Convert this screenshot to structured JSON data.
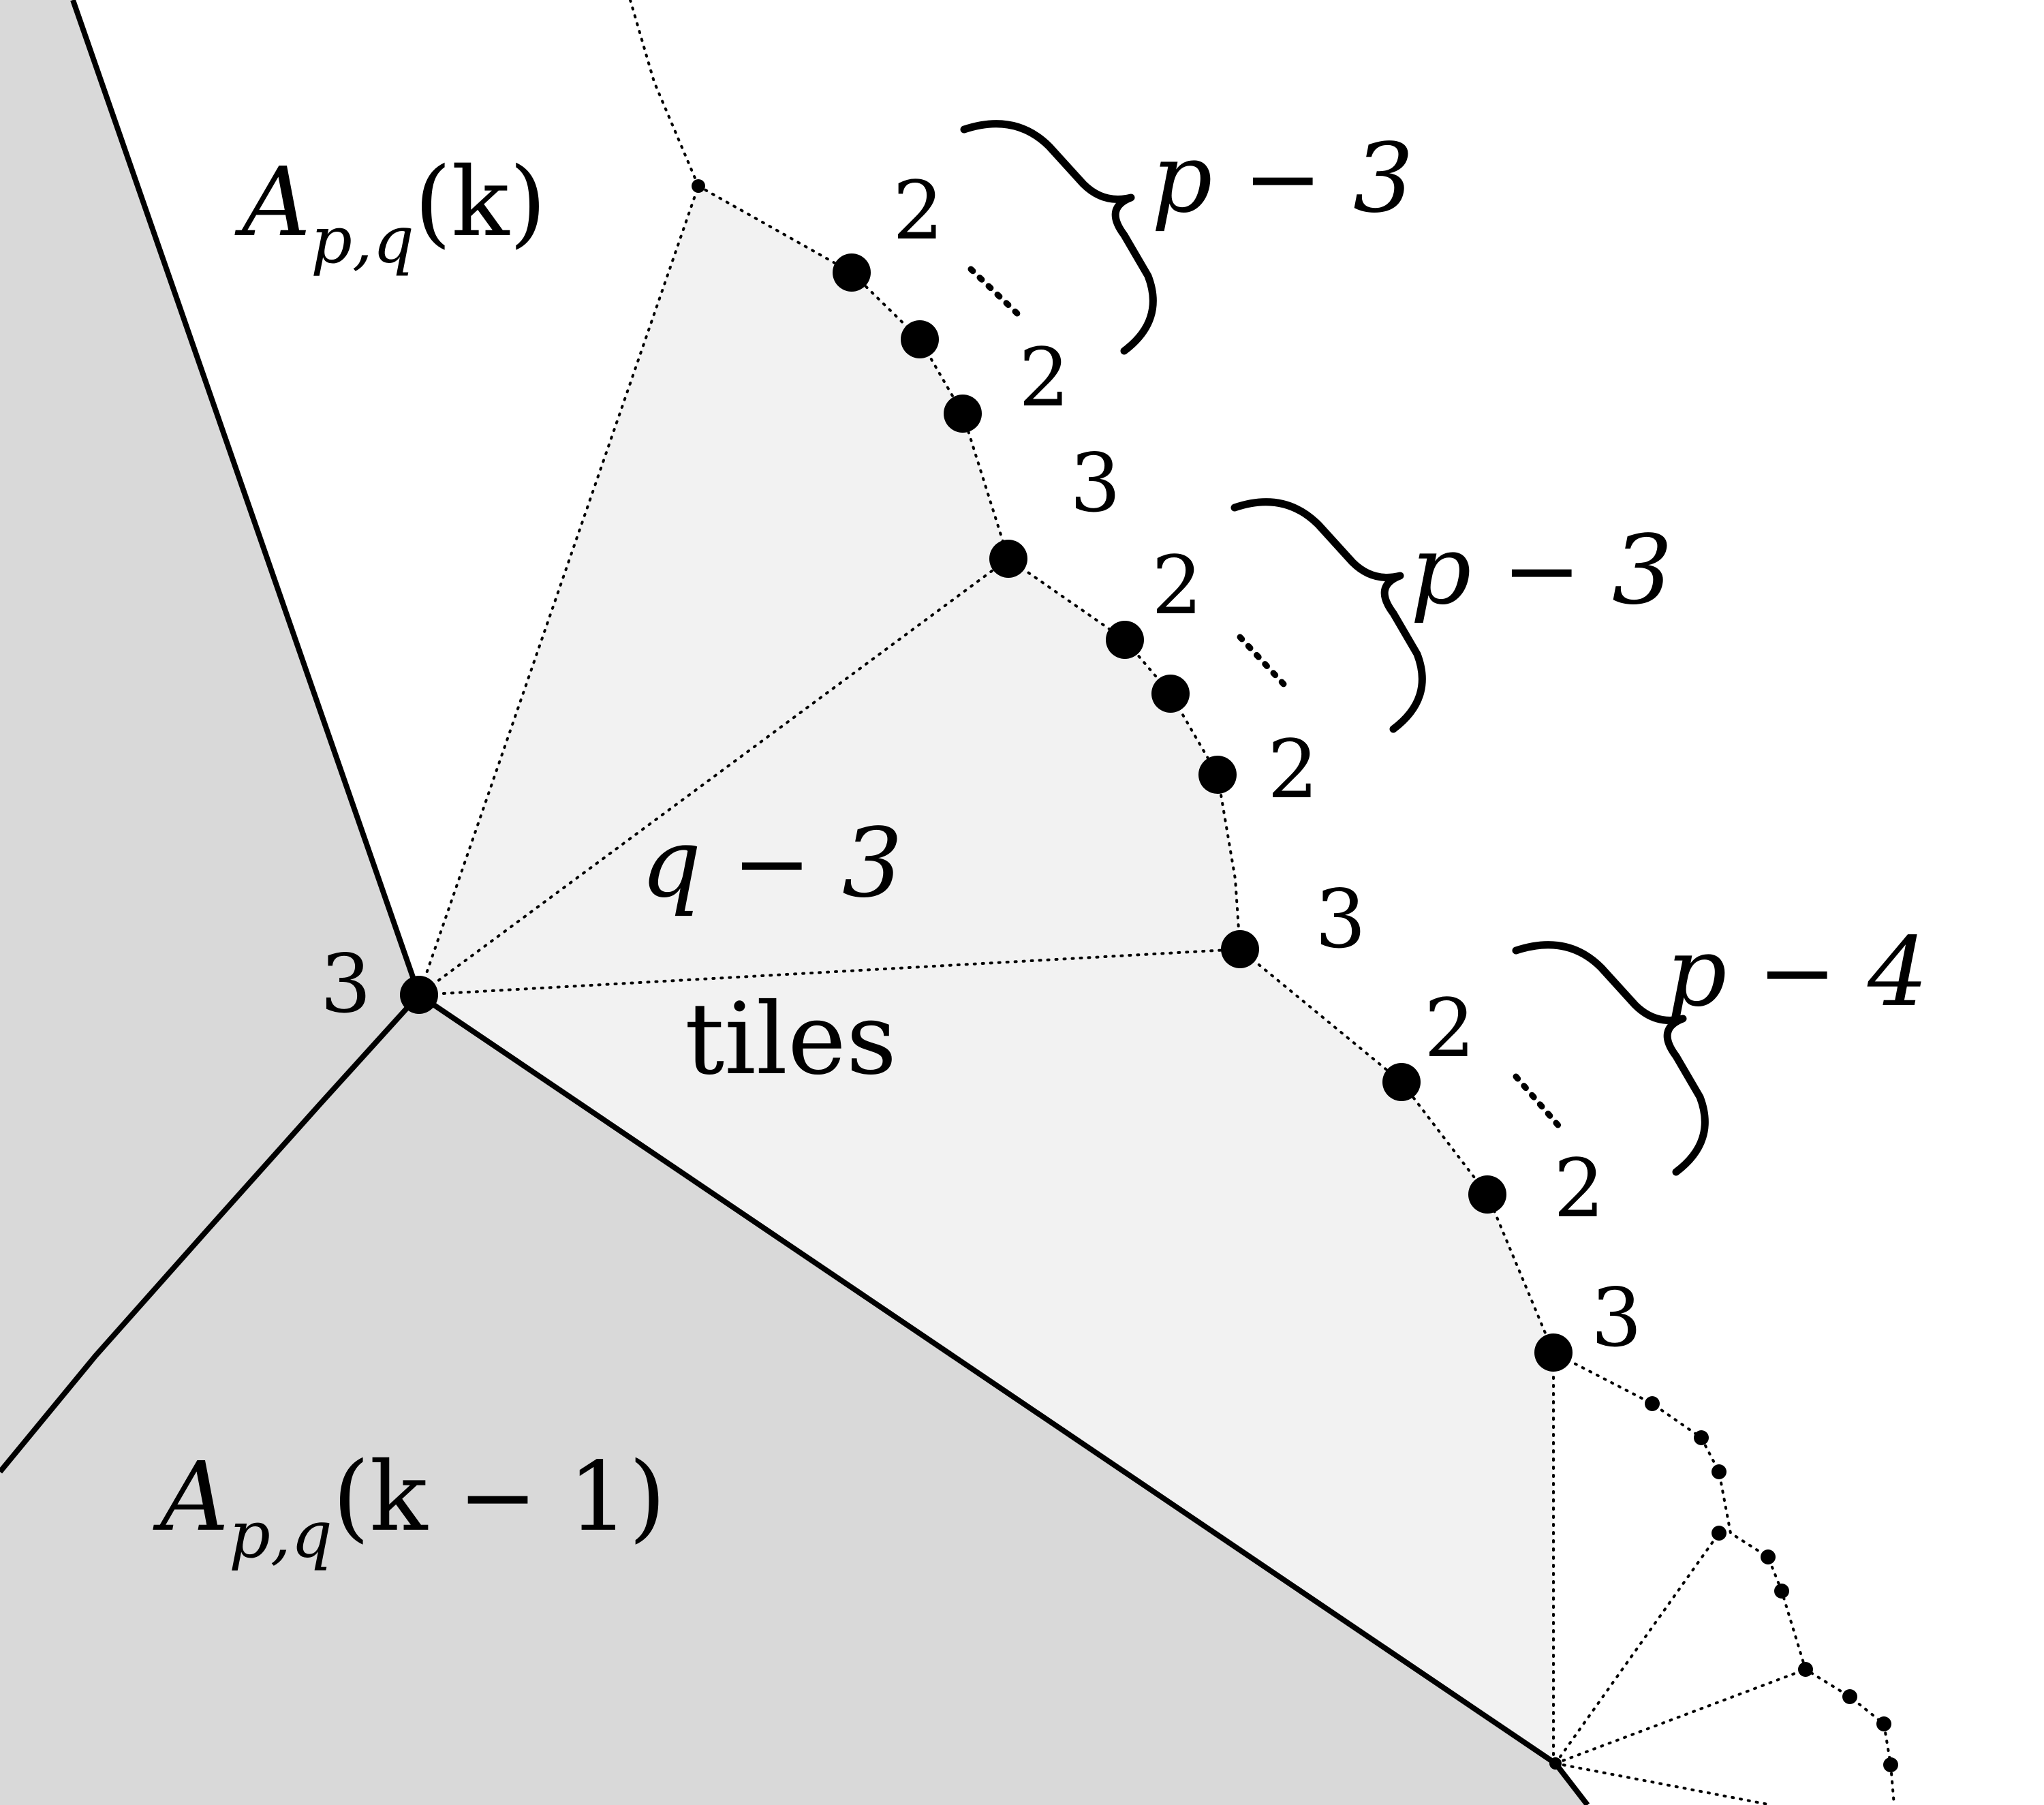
{
  "colors": {
    "outer_region": "#d9d9d9",
    "tile_region": "#f2f2f2",
    "background": "#ffffff",
    "ink": "#000000"
  },
  "labels": {
    "region_k": {
      "base": "A",
      "sub": "p,q",
      "arg": "(k)"
    },
    "region_k_minus_1": {
      "base": "A",
      "sub": "p,q",
      "arg": "(k − 1)"
    },
    "fan_count": "q − 3",
    "fan_word": "tiles",
    "corner_degree": "3"
  },
  "vertex_degrees": [
    "2",
    "2",
    "3",
    "2",
    "2",
    "3",
    "2",
    "2",
    "3"
  ],
  "braces": [
    {
      "label": "p − 3"
    },
    {
      "label": "p − 3"
    },
    {
      "label": "p − 4"
    }
  ]
}
